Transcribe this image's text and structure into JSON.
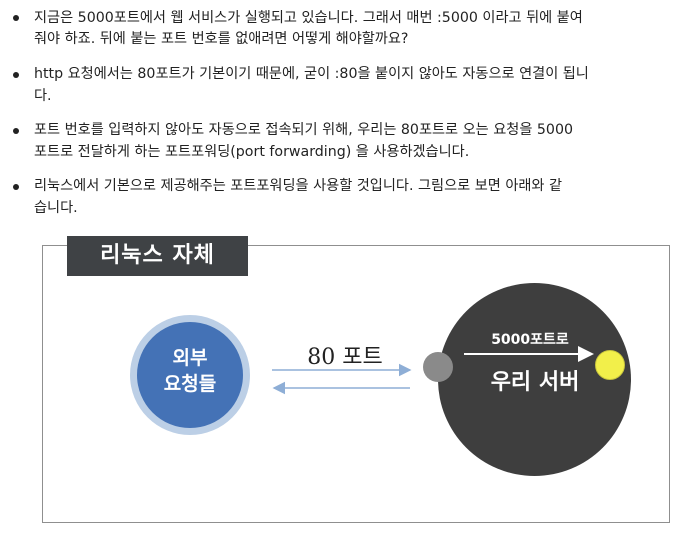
{
  "bullets": [
    {
      "lines": [
        "지금은 5000포트에서 웹 서비스가 실행되고 있습니다. 그래서 매번 :5000 이라고 뒤에 붙여",
        "줘야 하죠. 뒤에 붙는 포트 번호를 없애려면 어떻게 해야할까요?"
      ]
    },
    {
      "lines": [
        "http 요청에서는 80포트가 기본이기 때문에, 굳이 :80을 붙이지 않아도 자동으로 연결이 됩니",
        "다."
      ]
    },
    {
      "lines": [
        "포트 번호를 입력하지 않아도 자동으로 접속되기 위해, 우리는 80포트로 오는 요청을 5000",
        "포트로  전달하게 하는 포트포워딩(port forwarding) 을 사용하겠습니다."
      ]
    },
    {
      "lines": [
        "리눅스에서 기본으로 제공해주는  포트포워딩을 사용할 것입니다. 그림으로 보면 아래와 같",
        "습니다."
      ]
    }
  ],
  "diagram": {
    "frame_title": "리눅스 자체",
    "client_label_line1": "외부",
    "client_label_line2": "요청들",
    "port_label": "80 포트",
    "server_small_label": "5000포트로",
    "server_label": "우리 서버",
    "colors": {
      "frame_title_bg": "#3f4245",
      "client_fill": "#4472b6",
      "client_ring": "#bccfe6",
      "server_fill": "#3e3e3e",
      "arrow": "#8eaed6",
      "gray_dot": "#8a8a8a",
      "yellow_dot": "#f2ef4a"
    }
  }
}
